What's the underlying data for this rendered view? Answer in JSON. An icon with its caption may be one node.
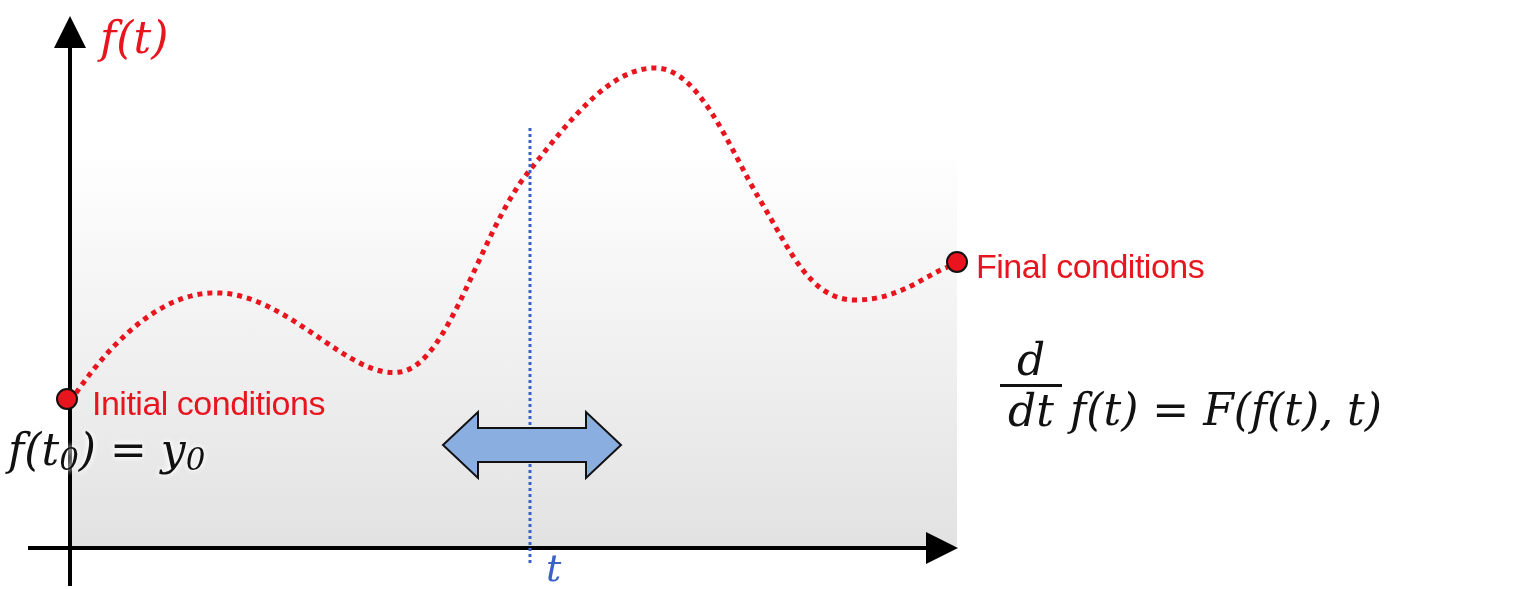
{
  "diagram": {
    "nodes": [
      {
        "text": [],
        "shape": "circle",
        "beside": [
          "Initial conditions"
        ]
      },
      {
        "text": [],
        "shape": "circle",
        "beside": [
          "Final conditions"
        ]
      }
    ],
    "edges": [
      {
        "from": 0,
        "to": 1,
        "arrow": "none",
        "style": "dashed"
      }
    ],
    "labels": [
      "f(t)",
      "f(t$_{0}$) = y$_{0}$",
      "d",
      "dt",
      "f(t) = F(f(t), t)",
      "t"
    ]
  }
}
